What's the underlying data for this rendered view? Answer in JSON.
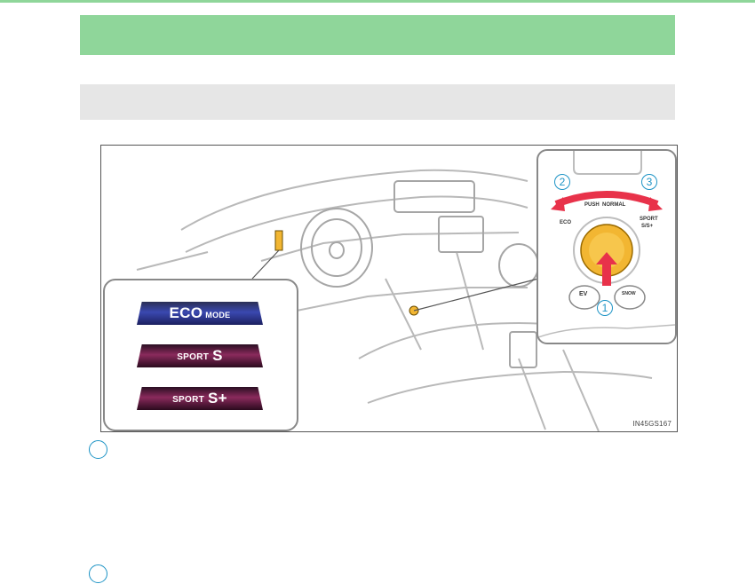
{
  "page": {
    "colors": {
      "section_band": "#8fd69a",
      "subsection_band": "#e6e6e6",
      "step_marker": "#1c93c5",
      "dial_knob": "#f2b632",
      "arrow": "#e8324a"
    }
  },
  "figure": {
    "code": "IN45GS167",
    "mode_indicators": [
      {
        "main": "ECO",
        "suffix": "MODE",
        "color": "#3a48b0"
      },
      {
        "prefix": "SPORT",
        "main": "S",
        "color": "#8a2a5c"
      },
      {
        "prefix": "SPORT",
        "main": "S+",
        "color": "#8a2a5c"
      }
    ],
    "dial": {
      "label_push": "PUSH",
      "label_normal": "NORMAL",
      "label_eco": "ECO",
      "label_sport": "SPORT",
      "label_sport_modes": "S/S+",
      "label_ev": "EV",
      "label_snow": "SNOW",
      "steps": [
        "2",
        "3",
        "1"
      ]
    }
  },
  "bullets": [
    {
      "icon": "step-1-marker"
    },
    {
      "icon": "step-2-marker"
    }
  ]
}
